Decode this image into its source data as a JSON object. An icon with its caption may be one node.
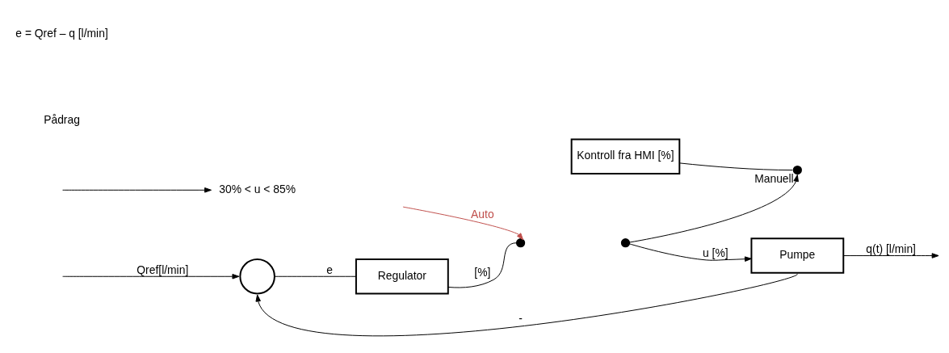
{
  "diagram": {
    "nodes": [
      {
        "text": [
          "Kontroll fra HMI [%]"
        ]
      },
      {
        "text": [],
        "shape": "circle"
      },
      {
        "text": [
          "Regulator"
        ]
      },
      {
        "text": [
          "Pumpe"
        ]
      },
      {
        "text": [],
        "shape": "dot",
        "beside": [
          "Manuell"
        ]
      },
      {
        "text": [],
        "shape": "dot"
      },
      {
        "text": [],
        "shape": "dot"
      },
      {
        "text": [
          "30% < u < 85%"
        ]
      }
    ],
    "edges": [
      {
        "from": null,
        "to": 1,
        "arrow": "to",
        "label": "Qref[l/min]"
      },
      {
        "from": 1,
        "to": 2,
        "arrow": "none",
        "label": "e"
      },
      {
        "from": 2,
        "to": 5,
        "arrow": "none",
        "label": "[%]"
      },
      {
        "from": 0,
        "to": 4,
        "arrow": "none"
      },
      {
        "from": 6,
        "to": 4,
        "arrow": "to"
      },
      {
        "from": 6,
        "to": 3,
        "arrow": "to",
        "label": "u [%]"
      },
      {
        "from": null,
        "to": 5,
        "arrow": "to",
        "label": "Auto",
        "color": "#c0504d"
      },
      {
        "from": null,
        "to": 7,
        "arrow": "to"
      },
      {
        "from": 3,
        "to": null,
        "arrow": "to",
        "label": "q(t) [l/min]"
      },
      {
        "from": 3,
        "to": 1,
        "arrow": "to",
        "label": "-"
      }
    ],
    "labels": [
      "Pådrag",
      "e = Qref – q [l/min]"
    ]
  }
}
